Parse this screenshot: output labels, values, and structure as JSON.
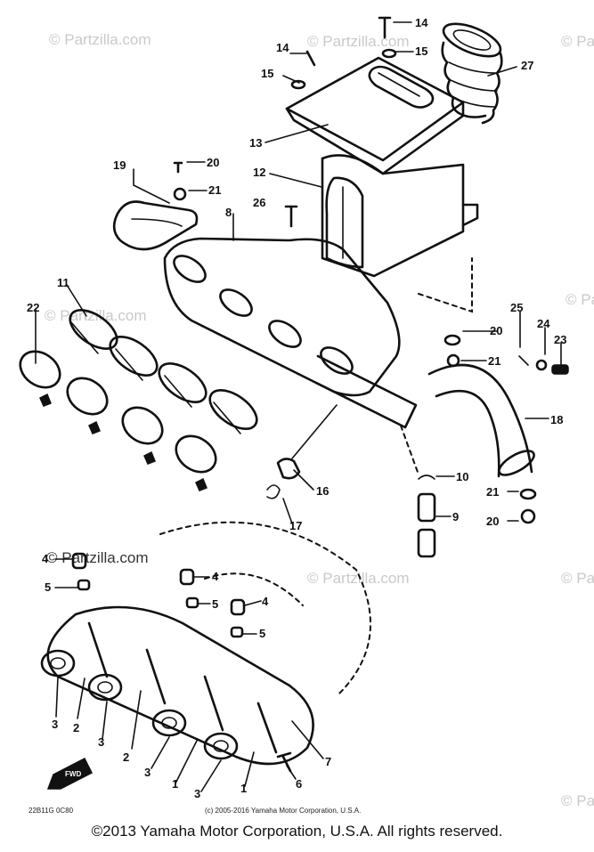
{
  "watermark": {
    "text": "© Partzilla.com",
    "text_dark": "© Partzilla.com"
  },
  "diagram": {
    "code": "22B11G 0C80",
    "inner_copyright": "(c) 2005-2016 Yamaha Motor Corporation, U.S.A.",
    "fwd_label": "FWD",
    "callouts": [
      "1",
      "2",
      "3",
      "4",
      "5",
      "6",
      "7",
      "8",
      "9",
      "10",
      "11",
      "12",
      "13",
      "14",
      "15",
      "16",
      "17",
      "18",
      "19",
      "20",
      "21",
      "22",
      "23",
      "24",
      "25",
      "26",
      "27"
    ]
  },
  "footer": {
    "copyright": "©2013 Yamaha Motor Corporation, U.S.A. All rights reserved."
  }
}
